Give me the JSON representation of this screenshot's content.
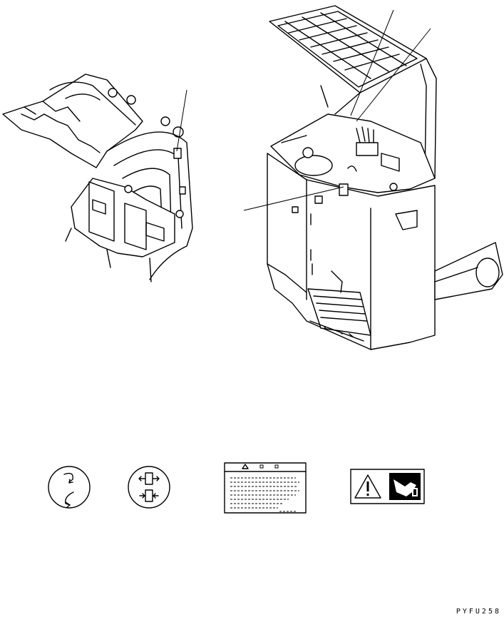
{
  "figure": {
    "doc_code": "PYFU258"
  },
  "parts": {
    "attachment": "clamp-attachment",
    "truck": "reach-truck",
    "decals": [
      "rotate-direction-decal",
      "clamp-direction-decal",
      "caution-text-decal",
      "hand-crush-warning-decal"
    ]
  },
  "colors": {
    "line": "#000000",
    "background": "#ffffff"
  }
}
